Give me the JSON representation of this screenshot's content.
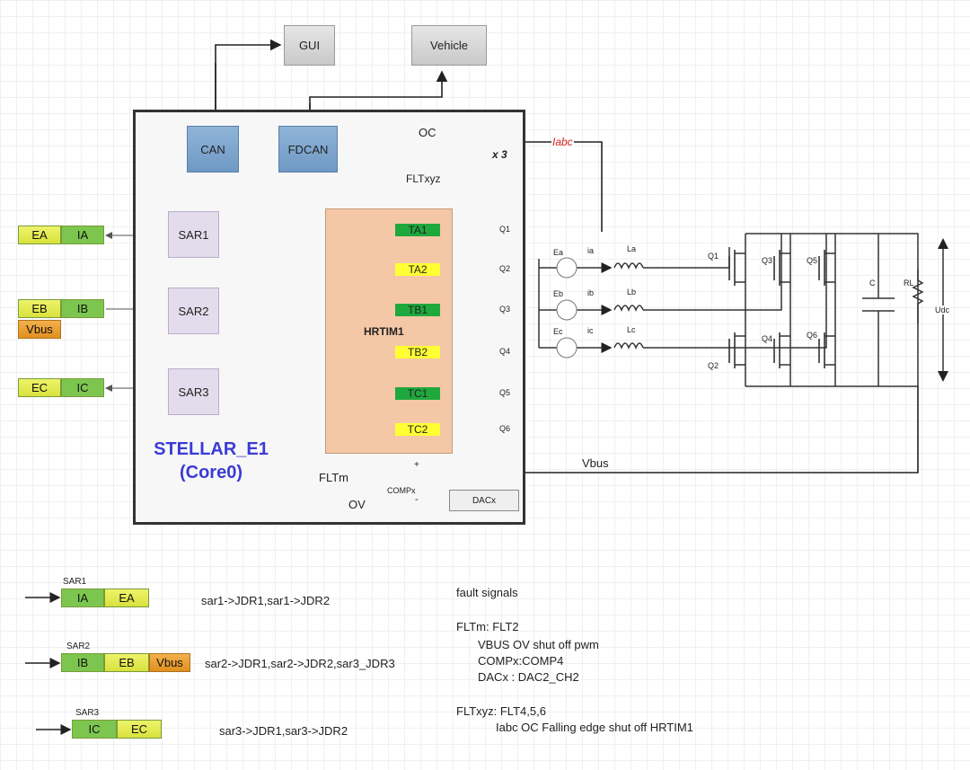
{
  "top": {
    "gui": "GUI",
    "vehicle": "Vehicle"
  },
  "mcu": {
    "can": "CAN",
    "fdcan": "FDCAN",
    "sar1": "SAR1",
    "sar2": "SAR2",
    "sar3": "SAR3",
    "hrtim": "HRTIM1",
    "name_line1": "STELLAR_E1",
    "name_line2": "(Core0)",
    "oc": "OC",
    "x3": "x 3",
    "fltxyz": "FLTxyz",
    "fltm": "FLTm",
    "ov": "OV",
    "compx": "COMPx",
    "dacx": "DACx",
    "plus": "+",
    "minus": "-"
  },
  "hrtim_outputs": [
    {
      "tag": "TA1",
      "q": "Q1",
      "color": "#1fa83d"
    },
    {
      "tag": "TA2",
      "q": "Q2",
      "color": "#ffff33"
    },
    {
      "tag": "TB1",
      "q": "Q3",
      "color": "#1fa83d"
    },
    {
      "tag": "TB2",
      "q": "Q4",
      "color": "#ffff33"
    },
    {
      "tag": "TC1",
      "q": "Q5",
      "color": "#1fa83d"
    },
    {
      "tag": "TC2",
      "q": "Q6",
      "color": "#ffff33"
    }
  ],
  "adc_left": {
    "row1": [
      "EA",
      "IA"
    ],
    "row2": [
      "EB",
      "IB"
    ],
    "vbus": "Vbus",
    "row3": [
      "EC",
      "IC"
    ]
  },
  "circuit": {
    "iabc": "Iabc",
    "sources": [
      "Ea",
      "Eb",
      "Ec"
    ],
    "currents": [
      "ia",
      "ib",
      "ic"
    ],
    "inductors": [
      "La",
      "Lb",
      "Lc"
    ],
    "switches": [
      "Q1",
      "Q3",
      "Q5",
      "Q2",
      "Q4",
      "Q6"
    ],
    "cap": "C",
    "rl": "RL",
    "udc": "Udc",
    "vbus": "Vbus"
  },
  "legend": [
    {
      "title": "SAR1",
      "cells": [
        "IA",
        "EA"
      ],
      "text": "sar1->JDR1,sar1->JDR2"
    },
    {
      "title": "SAR2",
      "cells": [
        "IB",
        "EB",
        "Vbus"
      ],
      "text": "sar2->JDR1,sar2->JDR2,sar3_JDR3"
    },
    {
      "title": "SAR3",
      "cells": [
        "IC",
        "EC"
      ],
      "text": "sar3->JDR1,sar3->JDR2"
    }
  ],
  "notes": {
    "fault_title": "fault signals",
    "fltm": "FLTm: FLT2",
    "vbus_ov": "VBUS OV shut off pwm",
    "compx": "COMPx:COMP4",
    "dacx": "DACx : DAC2_CH2",
    "fltxyz": "FLTxyz: FLT4,5,6",
    "iabc_oc": "Iabc OC  Falling edge shut off HRTIM1"
  },
  "colors": {
    "accent_blue": "#3b3bd6",
    "iabc_red": "#d32020",
    "tag_green": "#1fa83d",
    "tag_yellow": "#ffff33"
  }
}
